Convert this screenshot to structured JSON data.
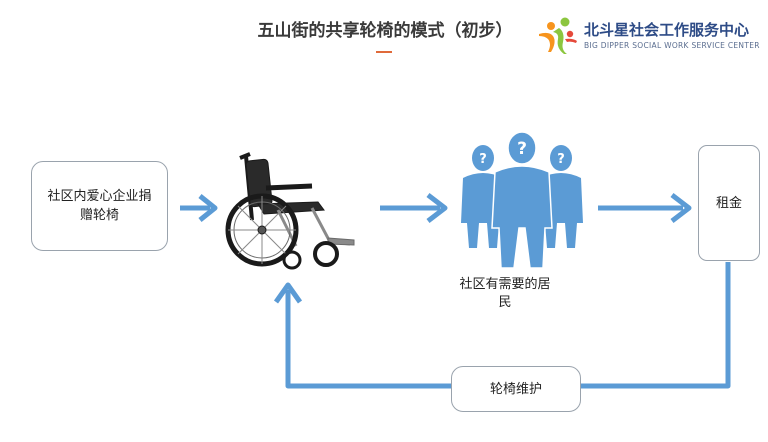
{
  "title": "五山街的共享轮椅的模式（初步）",
  "logo": {
    "name_cn": "北斗星社会工作服务中心",
    "name_en": "BIG DIPPER SOCIAL WORK SERVICE CENTER",
    "icon": "dancing-figures-icon"
  },
  "nodes": {
    "donor": "社区内爱心企业捐赠轮椅",
    "wheelchair": "wheelchair-icon",
    "residents": {
      "label": "社区有需要的居民",
      "icon": "people-question-icon",
      "question_mark": "?"
    },
    "rent": "租金",
    "maintenance": "轮椅维护"
  },
  "colors": {
    "arrow": "#5b9bd5",
    "people": "#5b9bd5",
    "title_dash": "#e06a3a",
    "logo_text": "#2d4b86",
    "box_border": "#9aa3ad"
  }
}
